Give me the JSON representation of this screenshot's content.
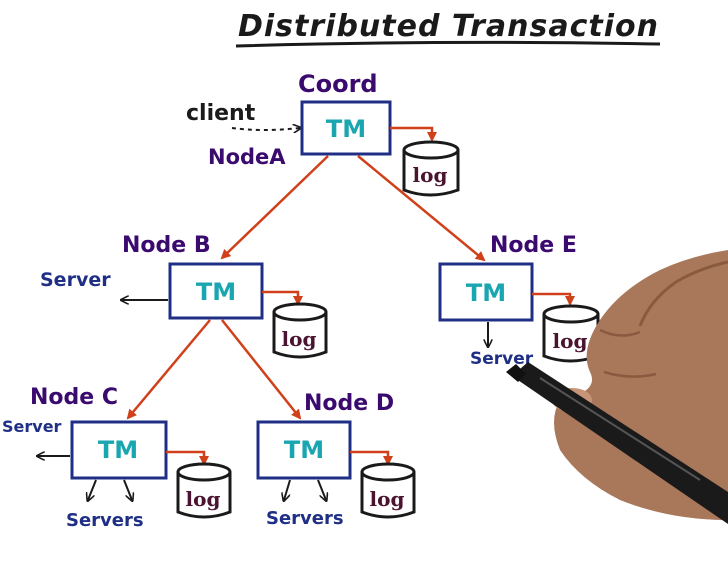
{
  "title": "Distributed Transaction",
  "colors": {
    "ink": "#1a1a1a",
    "box": "#1f2f86",
    "tm_text": "#1aa6b0",
    "log_text": "#4a1430",
    "node_label": "#3a0a6e",
    "arrow": "#d0401b",
    "server": "#1f2f86"
  },
  "coord_label": "Coord",
  "client_label": "client",
  "nodes": [
    {
      "id": "A",
      "label": "NodeA",
      "tm": "TM",
      "log": "log"
    },
    {
      "id": "B",
      "label": "Node B",
      "tm": "TM",
      "log": "log",
      "server": "Server"
    },
    {
      "id": "C",
      "label": "Node C",
      "tm": "TM",
      "log": "log",
      "server": "Server",
      "servers": "Servers"
    },
    {
      "id": "D",
      "label": "Node D",
      "tm": "TM",
      "log": "log",
      "servers": "Servers"
    },
    {
      "id": "E",
      "label": "Node E",
      "tm": "TM",
      "log": "log",
      "server": "Server"
    }
  ]
}
